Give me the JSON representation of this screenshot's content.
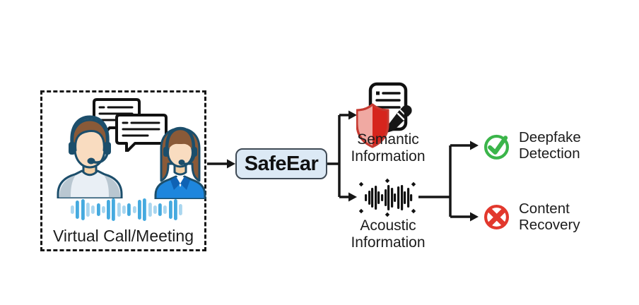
{
  "source": {
    "label": "Virtual Call/Meeting",
    "icons": [
      "chat-bubbles-icon",
      "male-caller-icon",
      "female-caller-icon",
      "audio-waveform-icon"
    ]
  },
  "processor": {
    "label": "SafeEar"
  },
  "features": {
    "semantic": {
      "line1": "Semantic",
      "line2": "Information",
      "icon": "document-shield-pencil-icon"
    },
    "acoustic": {
      "line1": "Acoustic",
      "line2": "Information",
      "icon": "voiceprint-icon"
    }
  },
  "outcomes": {
    "deepfake_detection": {
      "line1": "Deepfake",
      "line2": "Detection",
      "icon": "check-circle-icon"
    },
    "content_recovery": {
      "line1": "Content",
      "line2": "Recovery",
      "icon": "cross-circle-icon"
    }
  },
  "colors": {
    "line": "#161616",
    "text": "#1c1c1c",
    "box-fill": "#dce9f5",
    "box-border": "#3f4a55",
    "wave-dark": "#45aadf",
    "wave-light": "#a9d6ef",
    "shield-dark": "#d6251d",
    "shield-light": "#f0a9a2",
    "shield-edge": "#c63a31",
    "success": "#3bb54a",
    "danger": "#e2382d"
  }
}
